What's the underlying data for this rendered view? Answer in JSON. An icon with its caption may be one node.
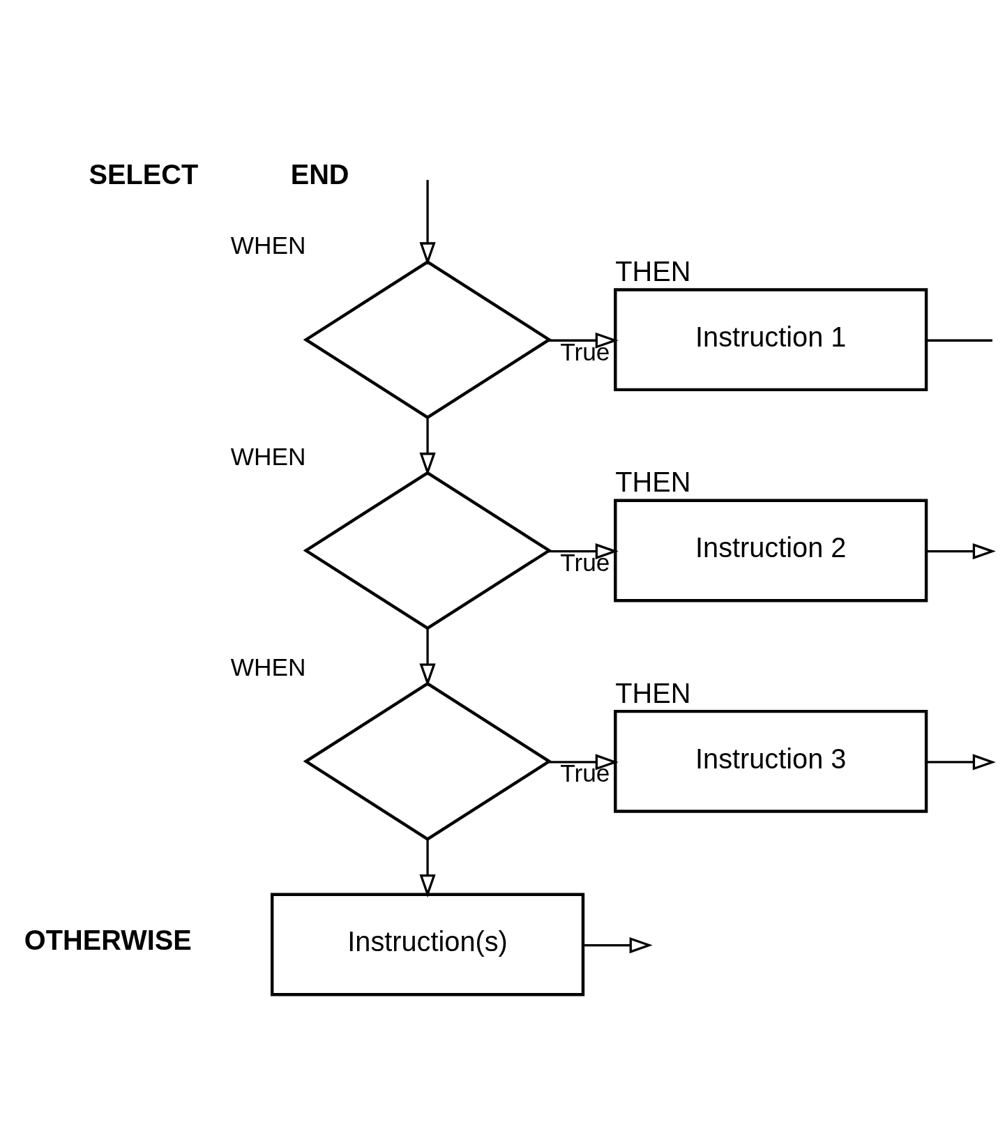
{
  "diagram": {
    "nodes": [
      {
        "text": [],
        "shape": "diamond",
        "beside": [
          "WHEN"
        ]
      },
      {
        "text": [
          "Instruction 1"
        ],
        "beside": [
          "THEN"
        ]
      },
      {
        "text": [],
        "shape": "diamond",
        "beside": [
          "WHEN"
        ]
      },
      {
        "text": [
          "Instruction 2"
        ],
        "beside": [
          "THEN"
        ]
      },
      {
        "text": [],
        "shape": "diamond",
        "beside": [
          "WHEN"
        ]
      },
      {
        "text": [
          "Instruction 3"
        ],
        "beside": [
          "THEN"
        ]
      },
      {
        "text": [
          "Instruction(s)"
        ]
      }
    ],
    "edges": [
      {
        "from": null,
        "to": 0,
        "arrow": "to"
      },
      {
        "from": 0,
        "to": 1,
        "arrow": "to",
        "label": "True"
      },
      {
        "from": 0,
        "to": 2,
        "arrow": "to"
      },
      {
        "from": 2,
        "to": 3,
        "arrow": "to",
        "label": "True"
      },
      {
        "from": 2,
        "to": 4,
        "arrow": "to"
      },
      {
        "from": 4,
        "to": 5,
        "arrow": "to",
        "label": "True"
      },
      {
        "from": 4,
        "to": 6,
        "arrow": "to"
      },
      {
        "from": 1,
        "to": null,
        "arrow": "none"
      },
      {
        "from": 3,
        "to": null,
        "arrow": "to"
      },
      {
        "from": 5,
        "to": null,
        "arrow": "to"
      },
      {
        "from": 6,
        "to": null,
        "arrow": "to"
      }
    ],
    "labels": [
      "SELECT",
      "OTHERWISE",
      "END"
    ]
  }
}
